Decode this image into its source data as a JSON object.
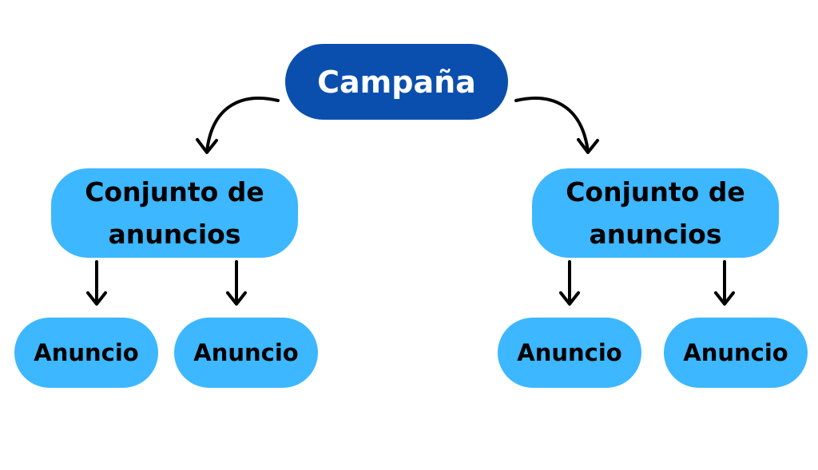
{
  "colors": {
    "root_fill": "#0b4fae",
    "node_fill": "#3db7ff",
    "root_text": "#ffffff",
    "node_text": "#000000",
    "arrow": "#000000"
  },
  "root": {
    "label": "Campaña"
  },
  "ad_sets": [
    {
      "label": "Conjunto de anuncios",
      "ads": [
        {
          "label": "Anuncio"
        },
        {
          "label": "Anuncio"
        }
      ]
    },
    {
      "label": "Conjunto de anuncios",
      "ads": [
        {
          "label": "Anuncio"
        },
        {
          "label": "Anuncio"
        }
      ]
    }
  ]
}
